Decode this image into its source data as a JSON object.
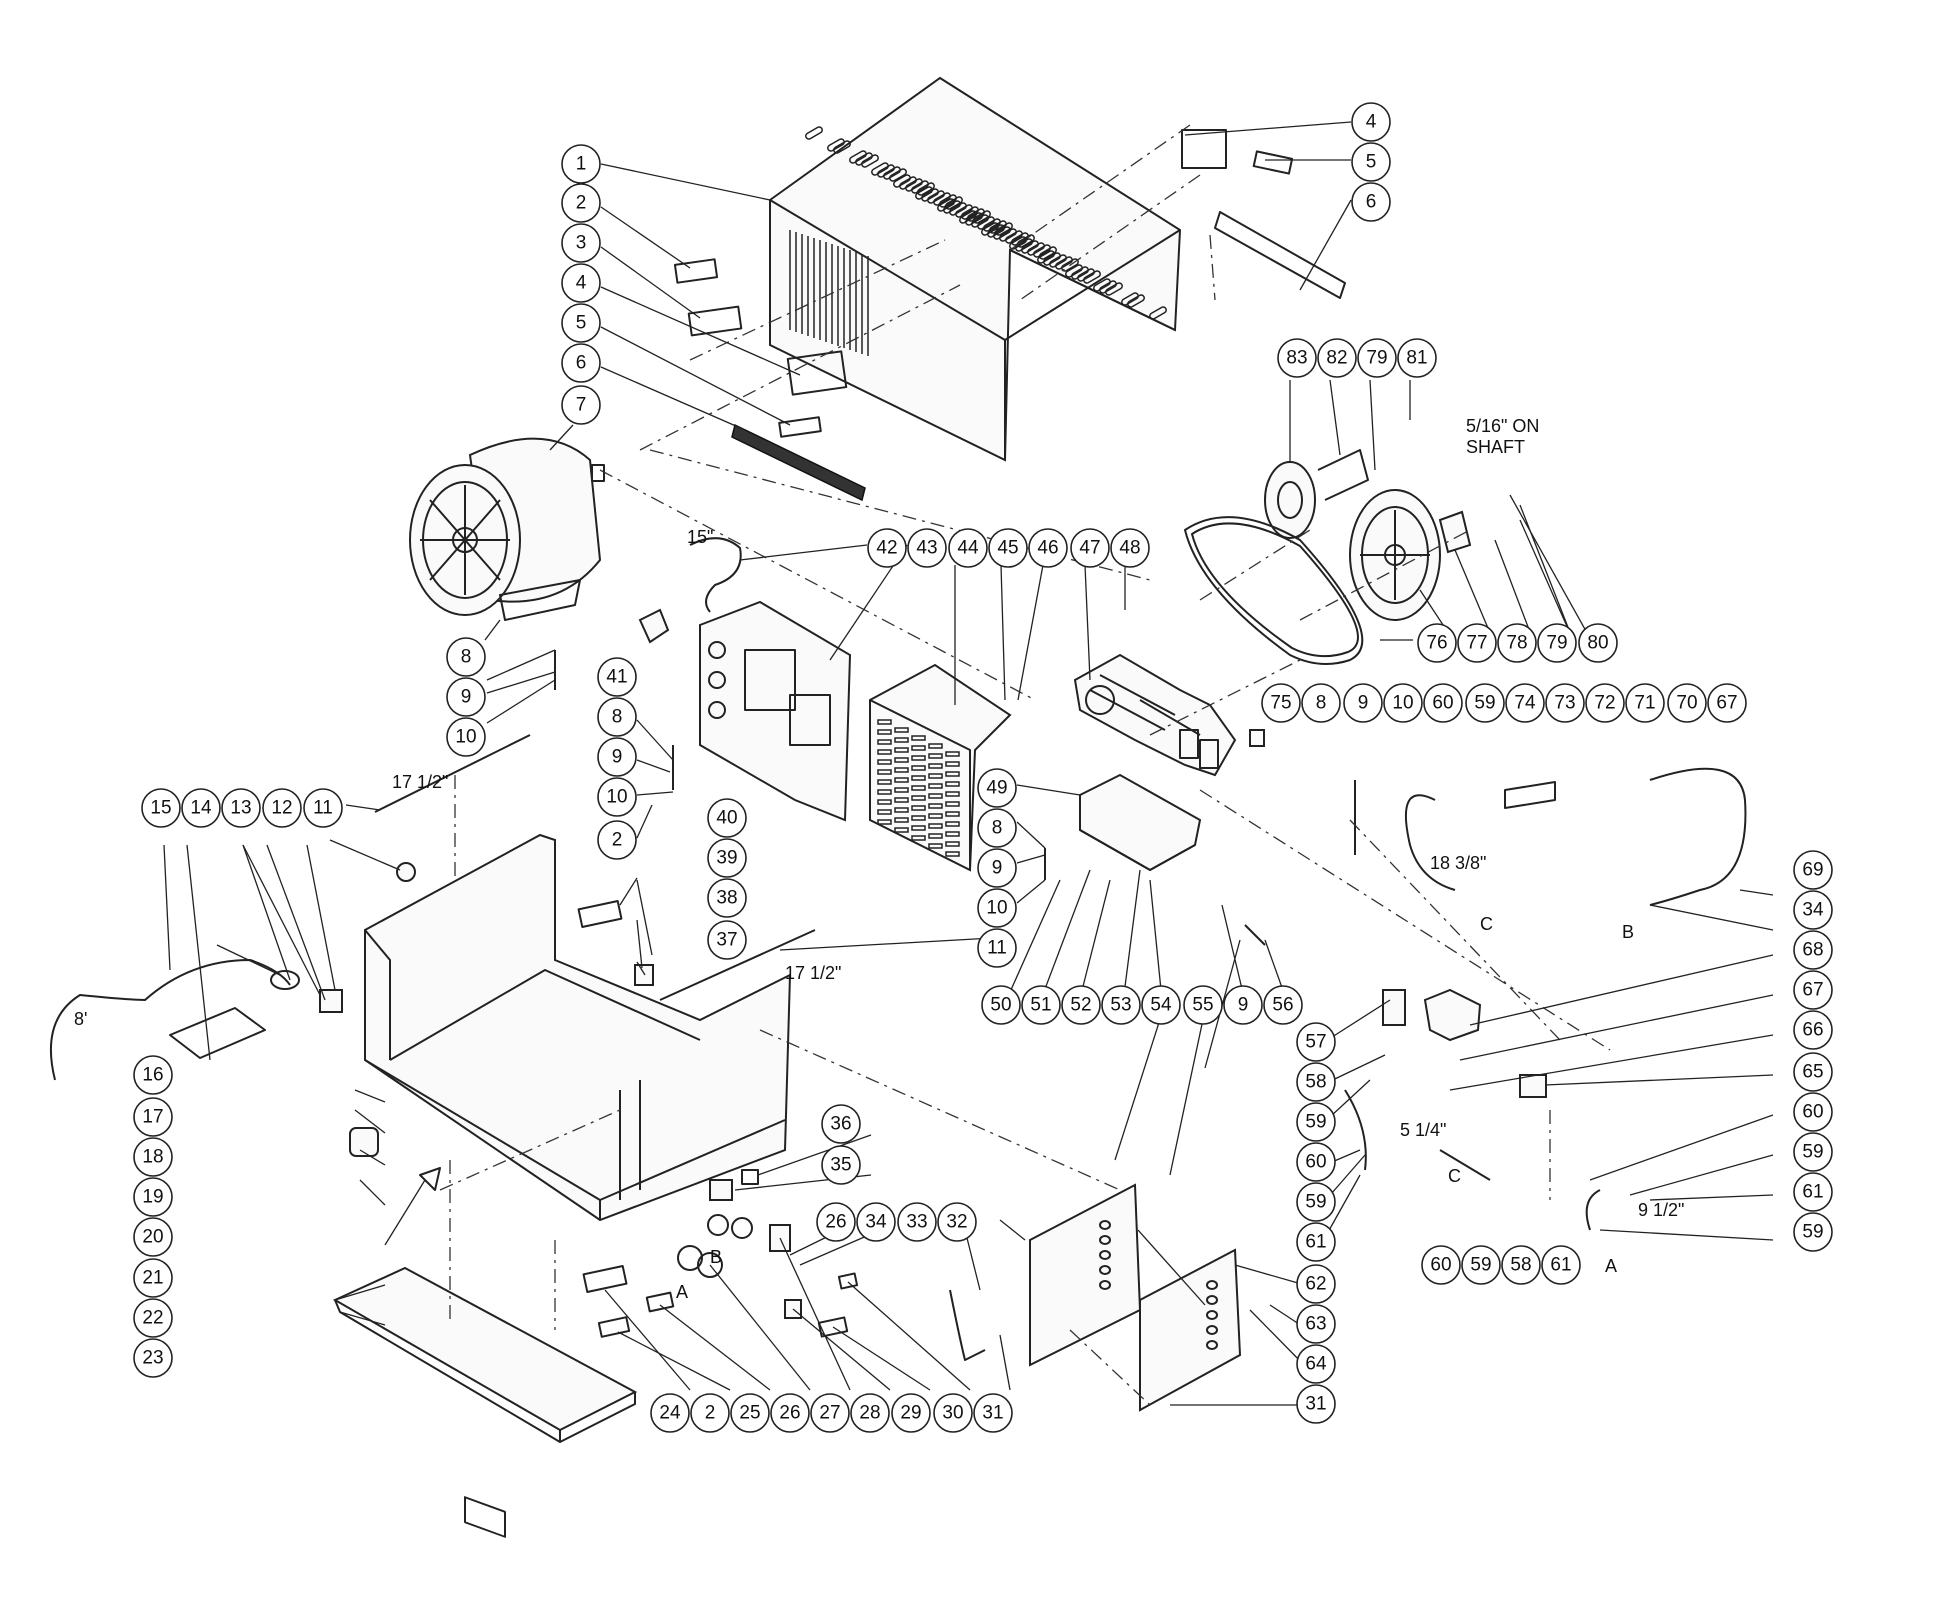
{
  "figure": {
    "callouts": [
      {
        "id": "c1",
        "label": "1"
      },
      {
        "id": "c2a",
        "label": "2"
      },
      {
        "id": "c3",
        "label": "3"
      },
      {
        "id": "c4a",
        "label": "4"
      },
      {
        "id": "c5a",
        "label": "5"
      },
      {
        "id": "c6a",
        "label": "6"
      },
      {
        "id": "c7",
        "label": "7"
      },
      {
        "id": "c4b",
        "label": "4"
      },
      {
        "id": "c5b",
        "label": "5"
      },
      {
        "id": "c6b",
        "label": "6"
      },
      {
        "id": "c83",
        "label": "83"
      },
      {
        "id": "c82",
        "label": "82"
      },
      {
        "id": "c79a",
        "label": "79"
      },
      {
        "id": "c81",
        "label": "81"
      },
      {
        "id": "c42",
        "label": "42"
      },
      {
        "id": "c43",
        "label": "43"
      },
      {
        "id": "c44",
        "label": "44"
      },
      {
        "id": "c45",
        "label": "45"
      },
      {
        "id": "c46",
        "label": "46"
      },
      {
        "id": "c47",
        "label": "47"
      },
      {
        "id": "c48",
        "label": "48"
      },
      {
        "id": "c76",
        "label": "76"
      },
      {
        "id": "c77",
        "label": "77"
      },
      {
        "id": "c78",
        "label": "78"
      },
      {
        "id": "c79b",
        "label": "79"
      },
      {
        "id": "c80",
        "label": "80"
      },
      {
        "id": "c8a",
        "label": "8"
      },
      {
        "id": "c9a",
        "label": "9"
      },
      {
        "id": "c10a",
        "label": "10"
      },
      {
        "id": "c41",
        "label": "41"
      },
      {
        "id": "c8b",
        "label": "8"
      },
      {
        "id": "c9b",
        "label": "9"
      },
      {
        "id": "c10b",
        "label": "10"
      },
      {
        "id": "c75",
        "label": "75"
      },
      {
        "id": "c8c",
        "label": "8"
      },
      {
        "id": "c9c",
        "label": "9"
      },
      {
        "id": "c10c",
        "label": "10"
      },
      {
        "id": "c60a",
        "label": "60"
      },
      {
        "id": "c59a",
        "label": "59"
      },
      {
        "id": "c74",
        "label": "74"
      },
      {
        "id": "c73",
        "label": "73"
      },
      {
        "id": "c72",
        "label": "72"
      },
      {
        "id": "c71",
        "label": "71"
      },
      {
        "id": "c70",
        "label": "70"
      },
      {
        "id": "c67a",
        "label": "67"
      },
      {
        "id": "c15",
        "label": "15"
      },
      {
        "id": "c14",
        "label": "14"
      },
      {
        "id": "c13",
        "label": "13"
      },
      {
        "id": "c12",
        "label": "12"
      },
      {
        "id": "c11a",
        "label": "11"
      },
      {
        "id": "c49",
        "label": "49"
      },
      {
        "id": "c8d",
        "label": "8"
      },
      {
        "id": "c9d",
        "label": "9"
      },
      {
        "id": "c10d",
        "label": "10"
      },
      {
        "id": "c40",
        "label": "40"
      },
      {
        "id": "c39",
        "label": "39"
      },
      {
        "id": "c38",
        "label": "38"
      },
      {
        "id": "c37",
        "label": "37"
      },
      {
        "id": "c2b",
        "label": "2"
      },
      {
        "id": "c11b",
        "label": "11"
      },
      {
        "id": "c69",
        "label": "69"
      },
      {
        "id": "c34a",
        "label": "34"
      },
      {
        "id": "c68",
        "label": "68"
      },
      {
        "id": "c67b",
        "label": "67"
      },
      {
        "id": "c66",
        "label": "66"
      },
      {
        "id": "c65",
        "label": "65"
      },
      {
        "id": "c60b",
        "label": "60"
      },
      {
        "id": "c59b",
        "label": "59"
      },
      {
        "id": "c61a",
        "label": "61"
      },
      {
        "id": "c59c",
        "label": "59"
      },
      {
        "id": "c50",
        "label": "50"
      },
      {
        "id": "c51",
        "label": "51"
      },
      {
        "id": "c52",
        "label": "52"
      },
      {
        "id": "c53",
        "label": "53"
      },
      {
        "id": "c54",
        "label": "54"
      },
      {
        "id": "c55",
        "label": "55"
      },
      {
        "id": "c9e",
        "label": "9"
      },
      {
        "id": "c56",
        "label": "56"
      },
      {
        "id": "c57",
        "label": "57"
      },
      {
        "id": "c58a",
        "label": "58"
      },
      {
        "id": "c59d",
        "label": "59"
      },
      {
        "id": "c60c",
        "label": "60"
      },
      {
        "id": "c59e",
        "label": "59"
      },
      {
        "id": "c61b",
        "label": "61"
      },
      {
        "id": "c16",
        "label": "16"
      },
      {
        "id": "c17",
        "label": "17"
      },
      {
        "id": "c18",
        "label": "18"
      },
      {
        "id": "c19",
        "label": "19"
      },
      {
        "id": "c20",
        "label": "20"
      },
      {
        "id": "c21",
        "label": "21"
      },
      {
        "id": "c22",
        "label": "22"
      },
      {
        "id": "c23",
        "label": "23"
      },
      {
        "id": "c36",
        "label": "36"
      },
      {
        "id": "c35",
        "label": "35"
      },
      {
        "id": "c26a",
        "label": "26"
      },
      {
        "id": "c34b",
        "label": "34"
      },
      {
        "id": "c33",
        "label": "33"
      },
      {
        "id": "c32",
        "label": "32"
      },
      {
        "id": "c62",
        "label": "62"
      },
      {
        "id": "c63",
        "label": "63"
      },
      {
        "id": "c64",
        "label": "64"
      },
      {
        "id": "c31b",
        "label": "31"
      },
      {
        "id": "c60d",
        "label": "60"
      },
      {
        "id": "c59f",
        "label": "59"
      },
      {
        "id": "c58b",
        "label": "58"
      },
      {
        "id": "c61c",
        "label": "61"
      },
      {
        "id": "c24",
        "label": "24"
      },
      {
        "id": "c2c",
        "label": "2"
      },
      {
        "id": "c25",
        "label": "25"
      },
      {
        "id": "c26b",
        "label": "26"
      },
      {
        "id": "c27",
        "label": "27"
      },
      {
        "id": "c28",
        "label": "28"
      },
      {
        "id": "c29",
        "label": "29"
      },
      {
        "id": "c30",
        "label": "30"
      },
      {
        "id": "c31a",
        "label": "31"
      }
    ],
    "notes": {
      "shaft_line1": "5/16\" ON",
      "shaft_line2": "SHAFT",
      "len_15": "15\"",
      "len_17a": "17 1/2\"",
      "len_17b": "17 1/2\"",
      "len_8ft": "8'",
      "len_18": "18 3/8\"",
      "len_5": "5 1/4\"",
      "len_9": "9 1/2\"",
      "mark_b1": "B",
      "mark_b2": "B",
      "mark_c1": "C",
      "mark_c2": "C",
      "mark_a1": "A",
      "mark_a2": "A"
    }
  }
}
